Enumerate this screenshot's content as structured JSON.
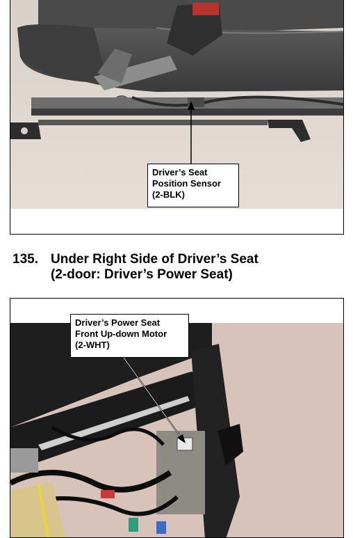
{
  "top_figure": {
    "callout": {
      "line1": "Driver’s Seat",
      "line2": "Position Sensor",
      "line3": "(2-BLK)"
    }
  },
  "section": {
    "number": "135.",
    "title_line1": "Under Right Side of Driver’s Seat",
    "title_line2": "(2-door: Driver’s Power Seat)"
  },
  "bottom_figure": {
    "callout": {
      "line1": "Driver’s Power Seat",
      "line2": "Front Up-down Motor",
      "line3": "(2-WHT)"
    }
  }
}
